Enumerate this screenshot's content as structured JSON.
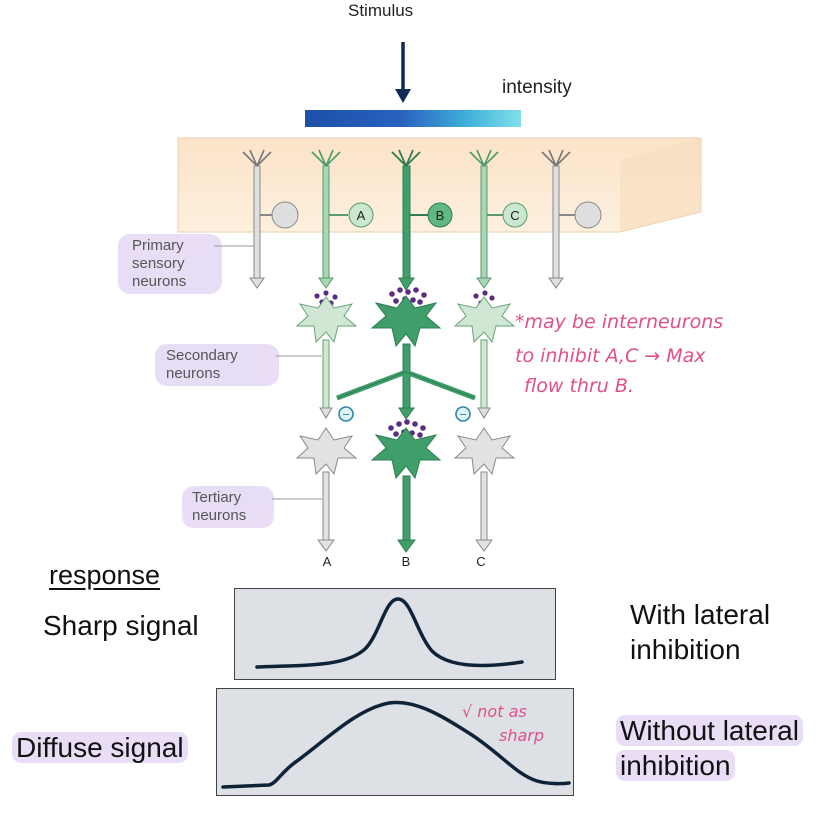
{
  "stimulus_label": "Stimulus",
  "intensity_label": "intensity",
  "neuron_labels": {
    "primary_line1": "Primary",
    "primary_line2": "sensory",
    "primary_line3": "neurons",
    "secondary_line1": "Secondary",
    "secondary_line2": "neurons",
    "tertiary_line1": "Tertiary",
    "tertiary_line2": "neurons"
  },
  "receptor_letters": [
    "A",
    "B",
    "C"
  ],
  "bottom_letters": [
    "A",
    "B",
    "C"
  ],
  "inhibition_symbol": "−",
  "handwritten_note": {
    "line1": "*may be interneurons",
    "line2": "to inhibit A,C → Max",
    "line3": "flow thru B."
  },
  "handwritten_note2": {
    "line1": "√ not as",
    "line2": "sharp"
  },
  "response_label": "response",
  "sharp_label": "Sharp signal",
  "diffuse_label": "Diffuse signal",
  "with_label_line1": "With lateral",
  "with_label_line2": "inhibition",
  "without_label_line1": "Without lateral",
  "without_label_line2": "inhibition",
  "colors": {
    "skin": "#fbe6cc",
    "active_neuron": "#3f9e6a",
    "mild_neuron": "#a9d6b4",
    "inactive_neuron": "#d3d3d3",
    "arrow": "#0f2a57",
    "gradient_start": "#1c4fa8",
    "gradient_end": "#80e0ea",
    "highlight": "#c4a8e8",
    "handwriting": "#e0508a"
  }
}
